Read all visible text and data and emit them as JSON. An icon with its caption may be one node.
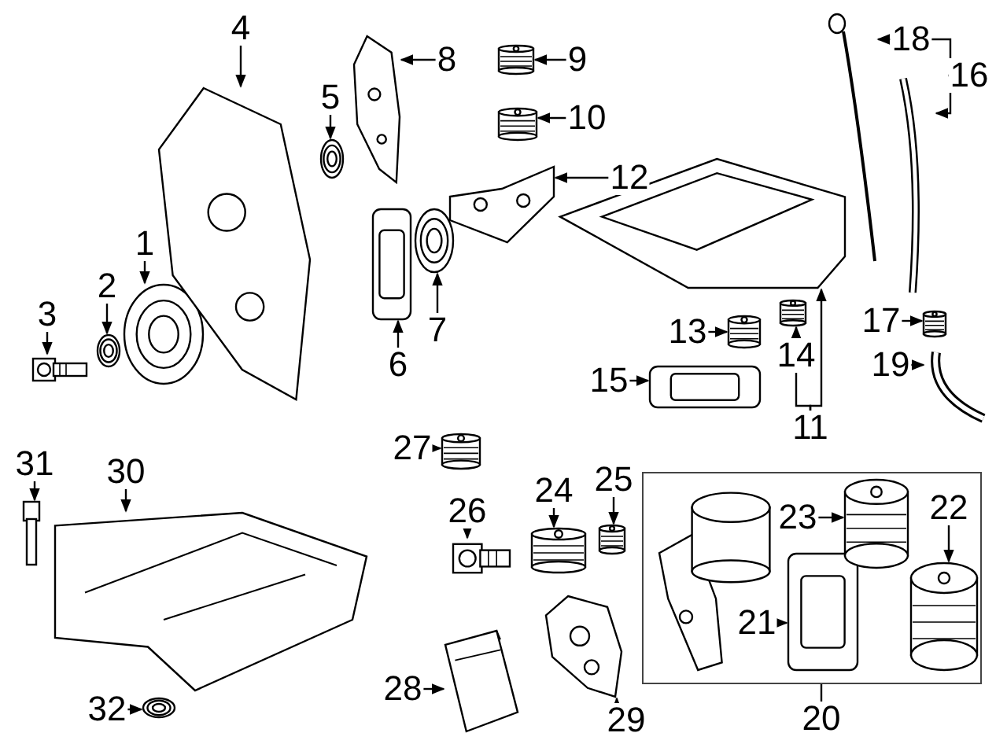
{
  "diagram": {
    "nodes": [
      {
        "text": [
          "1"
        ]
      },
      {
        "text": [],
        "shape": "picture"
      },
      {
        "text": [
          "2"
        ]
      },
      {
        "text": [],
        "shape": "picture"
      },
      {
        "text": [
          "3"
        ]
      },
      {
        "text": [],
        "shape": "picture"
      },
      {
        "text": [
          "4"
        ]
      },
      {
        "text": [],
        "shape": "picture"
      },
      {
        "text": [
          "5"
        ]
      },
      {
        "text": [],
        "shape": "picture"
      },
      {
        "text": [
          "6"
        ]
      },
      {
        "text": [],
        "shape": "picture"
      },
      {
        "text": [
          "7"
        ]
      },
      {
        "text": [],
        "shape": "picture"
      },
      {
        "text": [
          "8"
        ]
      },
      {
        "text": [],
        "shape": "picture"
      },
      {
        "text": [
          "9"
        ]
      },
      {
        "text": [],
        "shape": "picture"
      },
      {
        "text": [
          "10"
        ]
      },
      {
        "text": [],
        "shape": "picture"
      },
      {
        "text": [
          "11"
        ]
      },
      {
        "text": [],
        "shape": "picture"
      },
      {
        "text": [
          "12"
        ]
      },
      {
        "text": [],
        "shape": "picture"
      },
      {
        "text": [
          "13"
        ]
      },
      {
        "text": [],
        "shape": "picture"
      },
      {
        "text": [
          "14"
        ]
      },
      {
        "text": [],
        "shape": "picture"
      },
      {
        "text": [
          "15"
        ]
      },
      {
        "text": [],
        "shape": "picture"
      },
      {
        "text": [
          "16"
        ]
      },
      {
        "text": [],
        "shape": "picture"
      },
      {
        "text": [
          "17"
        ]
      },
      {
        "text": [],
        "shape": "picture"
      },
      {
        "text": [
          "18"
        ]
      },
      {
        "text": [],
        "shape": "picture"
      },
      {
        "text": [
          "19"
        ]
      },
      {
        "text": [],
        "shape": "picture"
      },
      {
        "text": [
          "20"
        ]
      },
      {
        "text": [],
        "shape": "box"
      },
      {
        "text": [
          "21"
        ],
        "in": 39
      },
      {
        "text": [],
        "shape": "picture",
        "in": 39
      },
      {
        "text": [
          "22"
        ],
        "in": 39
      },
      {
        "text": [],
        "shape": "picture",
        "in": 39
      },
      {
        "text": [
          "23"
        ],
        "in": 39
      },
      {
        "text": [],
        "shape": "picture",
        "in": 39
      },
      {
        "text": [
          "24"
        ]
      },
      {
        "text": [],
        "shape": "picture"
      },
      {
        "text": [
          "25"
        ]
      },
      {
        "text": [],
        "shape": "picture"
      },
      {
        "text": [
          "26"
        ]
      },
      {
        "text": [],
        "shape": "picture"
      },
      {
        "text": [
          "27"
        ]
      },
      {
        "text": [],
        "shape": "picture"
      },
      {
        "text": [
          "28"
        ]
      },
      {
        "text": [],
        "shape": "picture"
      },
      {
        "text": [
          "29"
        ]
      },
      {
        "text": [],
        "shape": "picture"
      },
      {
        "text": [
          "30"
        ]
      },
      {
        "text": [],
        "shape": "picture"
      },
      {
        "text": [
          "31"
        ]
      },
      {
        "text": [],
        "shape": "picture"
      },
      {
        "text": [
          "32"
        ]
      },
      {
        "text": [],
        "shape": "picture"
      }
    ],
    "edges": [
      {
        "from": 0,
        "to": 1,
        "arrow": "to"
      },
      {
        "from": 2,
        "to": 3,
        "arrow": "to"
      },
      {
        "from": 4,
        "to": 5,
        "arrow": "to"
      },
      {
        "from": 6,
        "to": 7,
        "arrow": "to"
      },
      {
        "from": 8,
        "to": 9,
        "arrow": "to"
      },
      {
        "from": 10,
        "to": 11,
        "arrow": "to"
      },
      {
        "from": 12,
        "to": 13,
        "arrow": "to"
      },
      {
        "from": 14,
        "to": 15,
        "arrow": "to"
      },
      {
        "from": 16,
        "to": 17,
        "arrow": "to"
      },
      {
        "from": 18,
        "to": 19,
        "arrow": "to"
      },
      {
        "from": 20,
        "to": 26,
        "arrow": "none"
      },
      {
        "from": 20,
        "to": 21,
        "arrow": "to"
      },
      {
        "from": 22,
        "to": 23,
        "arrow": "to"
      },
      {
        "from": 24,
        "to": 25,
        "arrow": "to"
      },
      {
        "from": 26,
        "to": 27,
        "arrow": "to"
      },
      {
        "from": 28,
        "to": 29,
        "arrow": "to"
      },
      {
        "from": 30,
        "to": 34,
        "arrow": "none"
      },
      {
        "from": 30,
        "to": 31,
        "arrow": "to"
      },
      {
        "from": 32,
        "to": 33,
        "arrow": "to"
      },
      {
        "from": 34,
        "to": 35,
        "arrow": "to"
      },
      {
        "from": 36,
        "to": 37,
        "arrow": "to"
      },
      {
        "from": 38,
        "to": 39,
        "arrow": "none"
      },
      {
        "from": 40,
        "to": 41,
        "arrow": "to"
      },
      {
        "from": 42,
        "to": 43,
        "arrow": "to"
      },
      {
        "from": 44,
        "to": 45,
        "arrow": "to"
      },
      {
        "from": 46,
        "to": 47,
        "arrow": "to"
      },
      {
        "from": 48,
        "to": 49,
        "arrow": "to"
      },
      {
        "from": 50,
        "to": 51,
        "arrow": "to"
      },
      {
        "from": 52,
        "to": 53,
        "arrow": "to"
      },
      {
        "from": 54,
        "to": 55,
        "arrow": "to"
      },
      {
        "from": 56,
        "to": 57,
        "arrow": "to"
      },
      {
        "from": 58,
        "to": 59,
        "arrow": "to"
      },
      {
        "from": 60,
        "to": 61,
        "arrow": "to"
      },
      {
        "from": 62,
        "to": 63,
        "arrow": "to"
      }
    ]
  }
}
